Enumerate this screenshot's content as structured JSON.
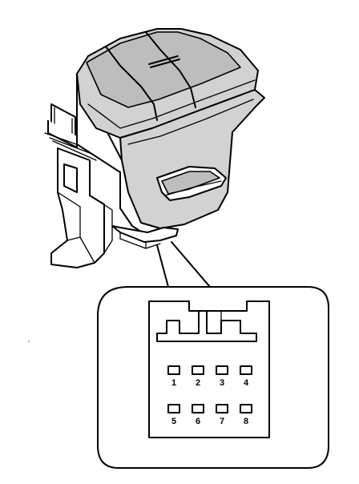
{
  "diagram": {
    "connector": {
      "pin_rows": [
        [
          "1",
          "2",
          "3",
          "4"
        ],
        [
          "5",
          "6",
          "7",
          "8"
        ]
      ]
    }
  }
}
